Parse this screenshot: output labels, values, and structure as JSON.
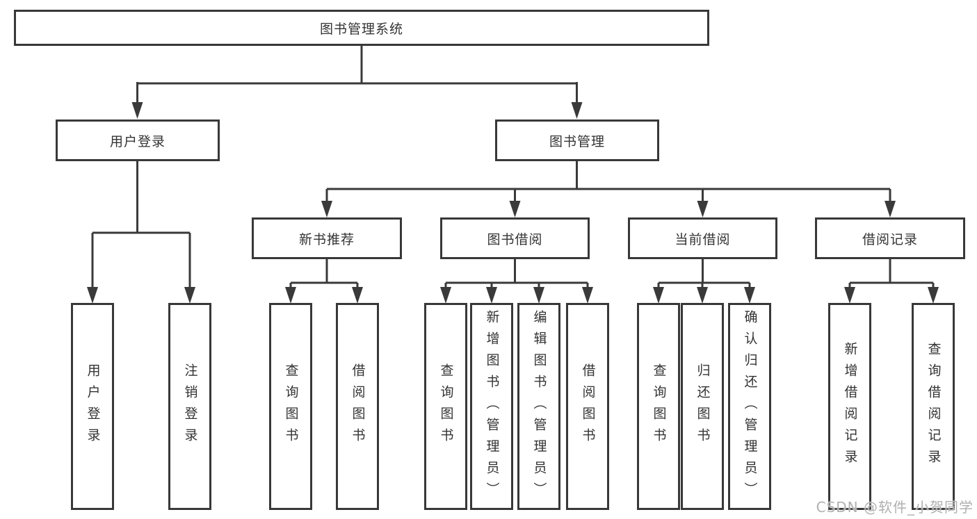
{
  "diagram": {
    "type": "tree",
    "root": {
      "label": "图书管理系统",
      "children": [
        {
          "label": "用户登录",
          "children": [
            {
              "label": "用户登录"
            },
            {
              "label": "注销登录"
            }
          ]
        },
        {
          "label": "图书管理",
          "children": [
            {
              "label": "新书推荐",
              "children": [
                {
                  "label": "查询图书"
                },
                {
                  "label": "借阅图书"
                }
              ]
            },
            {
              "label": "图书借阅",
              "children": [
                {
                  "label": "查询图书"
                },
                {
                  "label": "新增图书（管理员）"
                },
                {
                  "label": "编辑图书（管理员）"
                },
                {
                  "label": "借阅图书"
                }
              ]
            },
            {
              "label": "当前借阅",
              "children": [
                {
                  "label": "查询图书"
                },
                {
                  "label": "归还图书"
                },
                {
                  "label": "确认归还（管理员）"
                }
              ]
            },
            {
              "label": "借阅记录",
              "children": [
                {
                  "label": "新增借阅记录"
                },
                {
                  "label": "查询借阅记录"
                }
              ]
            }
          ]
        }
      ]
    },
    "colors": {
      "line": "#3a3a3a",
      "border": "#383838",
      "text": "#333333",
      "background": "#ffffff",
      "watermark": "#b0b0b0"
    }
  },
  "watermark": "CSDN @软件_小贺同学"
}
